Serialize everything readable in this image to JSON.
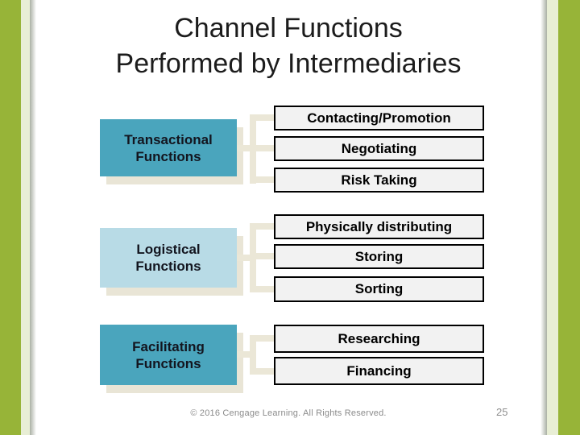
{
  "slide": {
    "title_line1": "Channel Functions",
    "title_line2": "Performed by Intermediaries",
    "footer": "© 2016 Cengage Learning. All Rights Reserved.",
    "page_number": "25"
  },
  "colors": {
    "accent_green": "#97b438",
    "pale_green": "#e8eed5",
    "teal_box": "#4aa5bd",
    "light_blue_box": "#b8dbe6",
    "connector_cream": "#ebe7d7",
    "item_box_bg": "#f2f2f2",
    "item_box_border": "#000000"
  },
  "groups": [
    {
      "label_line1": "Transactional",
      "label_line2": "Functions",
      "items": [
        "Contacting/Promotion",
        "Negotiating",
        "Risk Taking"
      ]
    },
    {
      "label_line1": "Logistical",
      "label_line2": "Functions",
      "items": [
        "Physically distributing",
        "Storing",
        "Sorting"
      ]
    },
    {
      "label_line1": "Facilitating",
      "label_line2": "Functions",
      "items": [
        "Researching",
        "Financing"
      ]
    }
  ]
}
